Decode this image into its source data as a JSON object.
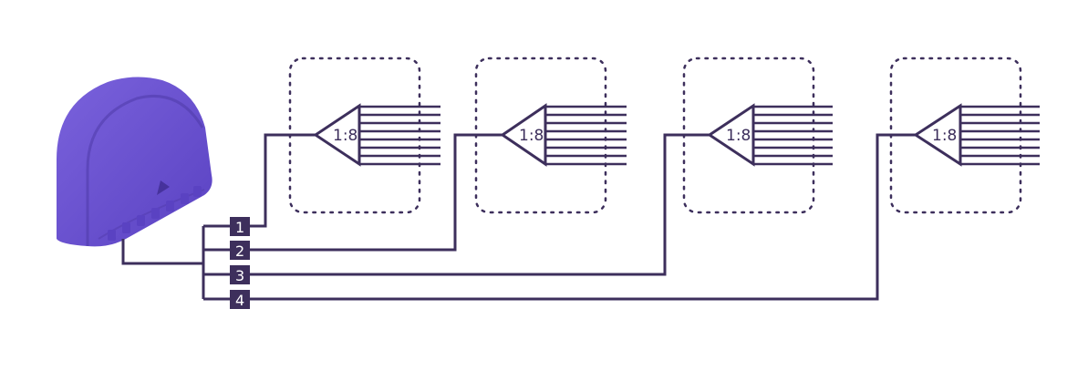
{
  "hub": {
    "icon": "smart-hub-device",
    "color": "#6a52d0"
  },
  "ports": [
    {
      "label": "1"
    },
    {
      "label": "2"
    },
    {
      "label": "3"
    },
    {
      "label": "4"
    }
  ],
  "splitters": [
    {
      "ratio": "1:8",
      "outputs": 8
    },
    {
      "ratio": "1:8",
      "outputs": 8
    },
    {
      "ratio": "1:8",
      "outputs": 8
    },
    {
      "ratio": "1:8",
      "outputs": 8
    }
  ],
  "colors": {
    "line": "#3d2f5c",
    "port_fill": "#3d2f5c",
    "port_text": "#ffffff"
  }
}
